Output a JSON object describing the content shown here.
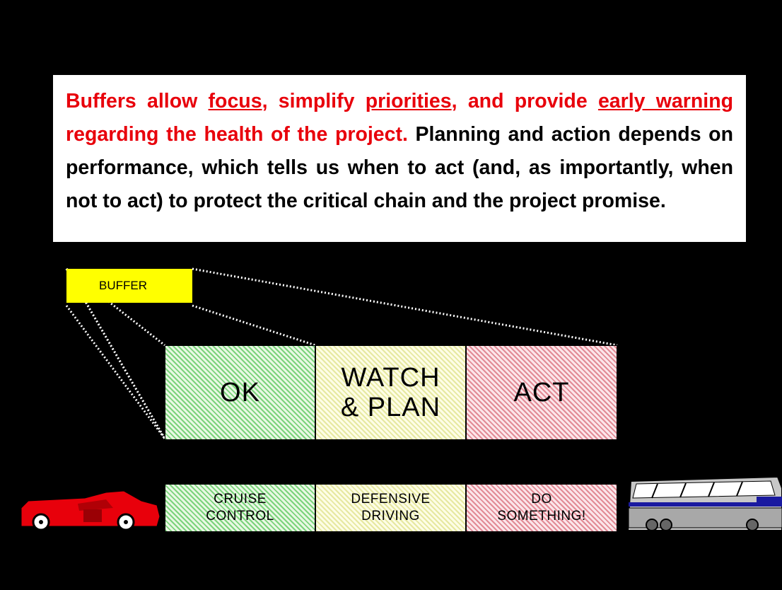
{
  "statement": {
    "red_parts": {
      "a": "Buffers allow ",
      "focus": "focus",
      "b": ", simplify ",
      "priorities": "priorities",
      "c": ", and provide ",
      "early_warning": "early warning",
      "d": " regarding the health of the project."
    },
    "black_part": " Planning and action depends on performance, which tells us when to act (and, as importantly, when not to act) to protect the critical chain and the project promise."
  },
  "buffer": {
    "label": "BUFFER",
    "color": "#ffff00"
  },
  "zones": [
    {
      "label_line1": "OK",
      "label_line2": "",
      "color": "green"
    },
    {
      "label_line1": "WATCH",
      "label_line2": "& PLAN",
      "color": "yellow"
    },
    {
      "label_line1": "ACT",
      "label_line2": "",
      "color": "red"
    }
  ],
  "actions": [
    {
      "line1": "CRUISE",
      "line2": "CONTROL"
    },
    {
      "line1": "DEFENSIVE",
      "line2": "DRIVING"
    },
    {
      "line1": "DO",
      "line2": "SOMETHING!"
    }
  ],
  "icons": {
    "left": "red-sports-car-icon",
    "right": "bus-icon"
  }
}
